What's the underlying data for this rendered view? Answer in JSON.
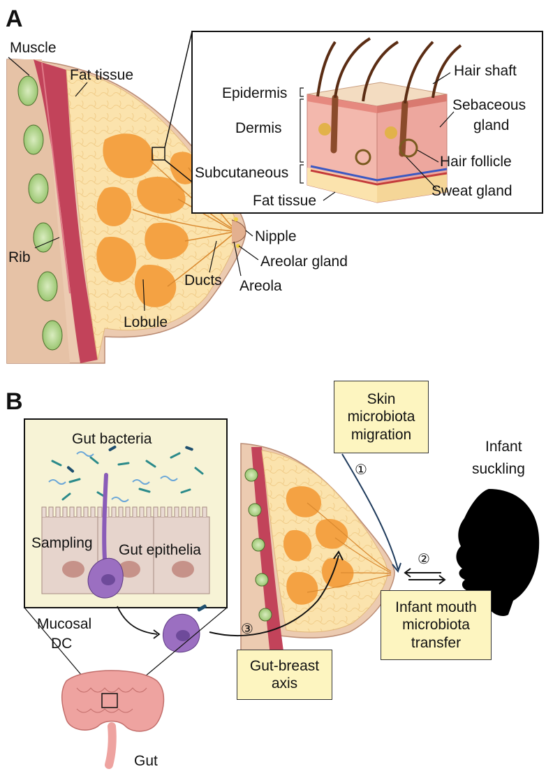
{
  "panel_a": {
    "letter": "A",
    "labels": {
      "muscle": "Muscle",
      "fat_tissue": "Fat tissue",
      "rib": "Rib",
      "nipple": "Nipple",
      "areolar_gland": "Areolar gland",
      "areola": "Areola",
      "ducts": "Ducts",
      "lobule": "Lobule"
    },
    "skin_inset": {
      "epidermis": "Epidermis",
      "dermis": "Dermis",
      "subcutaneous": "Subcutaneous",
      "fat_tissue": "Fat tissue",
      "hair_shaft": "Hair shaft",
      "sebaceous_line1": "Sebaceous",
      "sebaceous_line2": "gland",
      "hair_follicle": "Hair follicle",
      "sweat_gland": "Sweat gland"
    }
  },
  "panel_b": {
    "letter": "B",
    "inset": {
      "gut_bacteria": "Gut bacteria",
      "sampling": "Sampling",
      "gut_epithelia": "Gut epithelia",
      "mucosal": "Mucosal",
      "dc": "DC"
    },
    "gut": "Gut",
    "infant_line1": "Infant",
    "infant_line2": "suckling",
    "skin_box": [
      "Skin",
      "microbiota",
      "migration"
    ],
    "infant_box": [
      "Infant mouth",
      "microbiota",
      "transfer"
    ],
    "gut_box": [
      "Gut-breast",
      "axis"
    ],
    "step1": "①",
    "step2": "②",
    "step3": "③"
  },
  "colors": {
    "box_fill": "#fdf5c0",
    "breast_fat": "#fbe3ad",
    "lobule": "#f4a243",
    "muscle": "#c2435a",
    "rib": "#b5d88f",
    "skin": "#e9c3a9",
    "gut": "#eea3a0",
    "dc": "#9b6fc1"
  }
}
